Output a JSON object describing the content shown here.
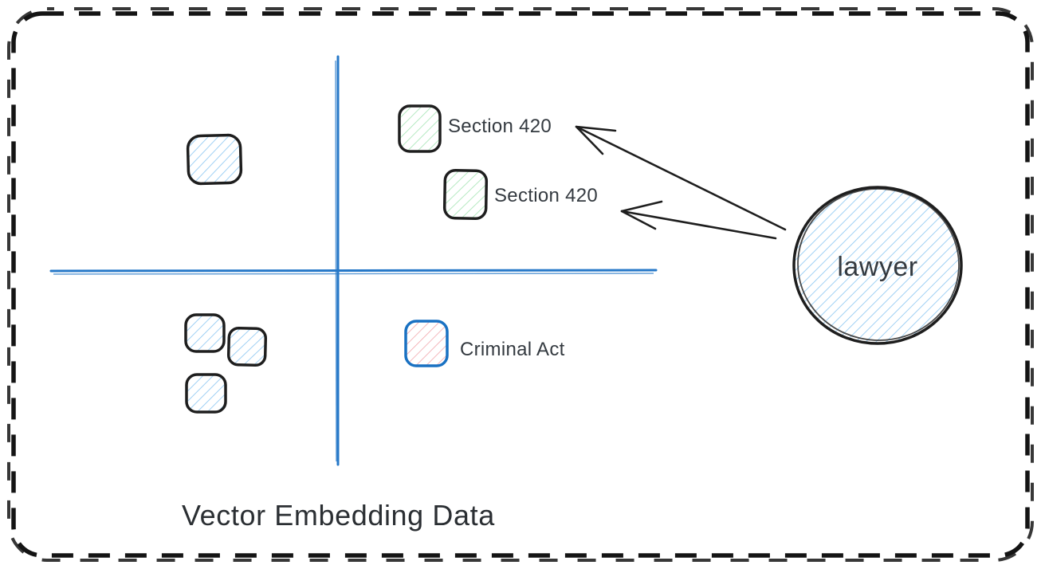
{
  "diagram": {
    "title": "Vector Embedding Data",
    "labels": {
      "section420_top": "Section 420",
      "section420_mid": "Section 420",
      "criminal_act": "Criminal Act",
      "lawyer": "lawyer"
    },
    "query": {
      "label": "lawyer",
      "shape": "hatched-circle"
    },
    "clusters": [
      {
        "name": "upper-left-blue-square",
        "count": 1,
        "fill": "blue-hatch",
        "label": ""
      },
      {
        "name": "upper-right-green-squares",
        "count": 2,
        "fill": "green-hatch",
        "label": "Section 420"
      },
      {
        "name": "lower-left-blue-squares",
        "count": 3,
        "fill": "blue-hatch",
        "label": ""
      },
      {
        "name": "lower-right-red-square",
        "count": 1,
        "fill": "red-hatch",
        "label": "Criminal Act"
      }
    ],
    "arrows": [
      {
        "from": "lawyer-circle",
        "to": "section-420-square-top"
      },
      {
        "from": "lawyer-circle",
        "to": "section-420-square-mid"
      }
    ],
    "axes": {
      "style": "hand-drawn cross",
      "color": "#2678c8"
    },
    "colors": {
      "axis_blue": "#2678c8",
      "sketch_stroke": "#1e1e1e",
      "criminal_border_blue": "#1971c2",
      "hatch_blue": "#8fc8f2",
      "hatch_green": "#a9e6b7",
      "hatch_red": "#f2a6ab",
      "text": "#343a40",
      "border_dash": "#141414"
    }
  }
}
